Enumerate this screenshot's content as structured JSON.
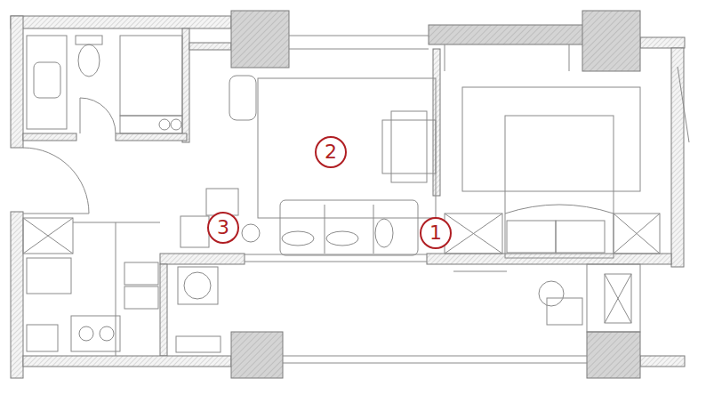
{
  "diagram": {
    "nodes": [
      {
        "text": [
          "1"
        ]
      },
      {
        "text": [
          "2"
        ]
      },
      {
        "text": [
          "3"
        ]
      }
    ]
  }
}
